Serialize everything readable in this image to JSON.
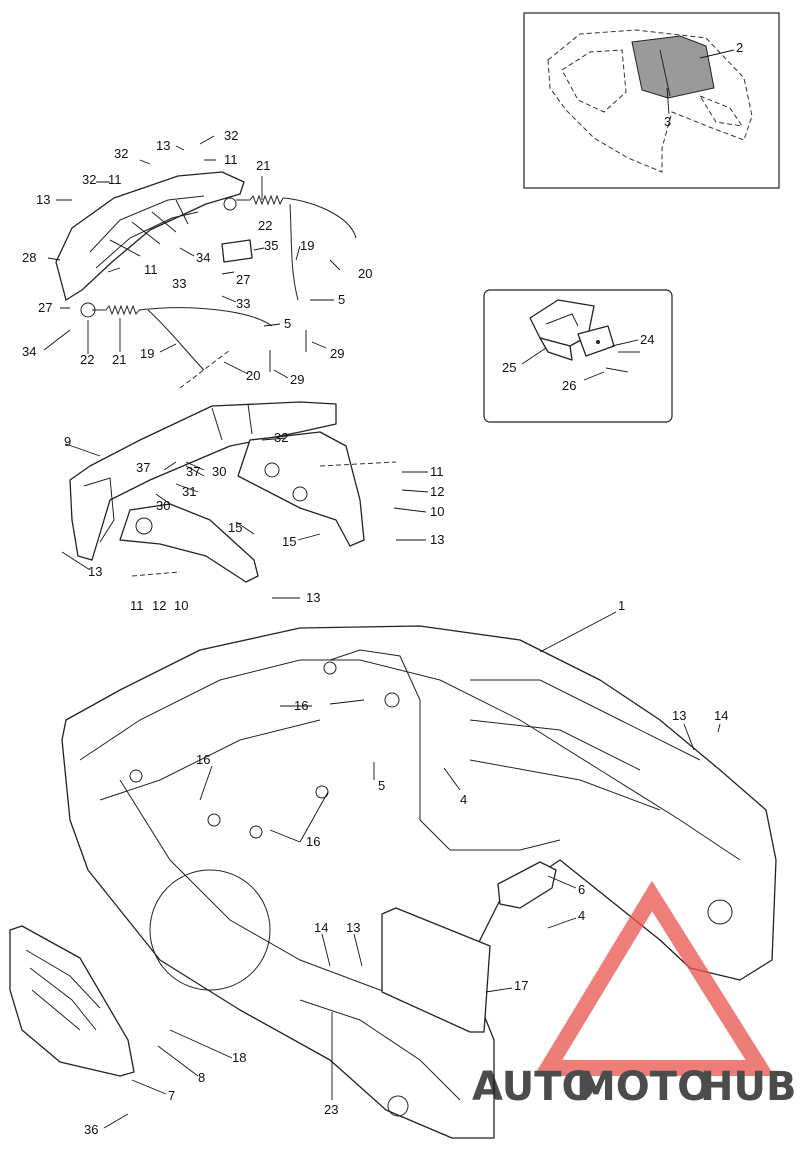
{
  "diagram": {
    "callouts": [
      {
        "id": "c2",
        "text": "2"
      },
      {
        "id": "c3",
        "text": "3"
      },
      {
        "id": "c24",
        "text": "24"
      },
      {
        "id": "c25",
        "text": "25"
      },
      {
        "id": "c26",
        "text": "26"
      },
      {
        "id": "c13a",
        "text": "13"
      },
      {
        "id": "c32a",
        "text": "32"
      },
      {
        "id": "c32b",
        "text": "32"
      },
      {
        "id": "c11a",
        "text": "11"
      },
      {
        "id": "c32c",
        "text": "32"
      },
      {
        "id": "c11b",
        "text": "11"
      },
      {
        "id": "c13b",
        "text": "13"
      },
      {
        "id": "c21a",
        "text": "21"
      },
      {
        "id": "c22a",
        "text": "22"
      },
      {
        "id": "c35",
        "text": "35"
      },
      {
        "id": "c19a",
        "text": "19"
      },
      {
        "id": "c20a",
        "text": "20"
      },
      {
        "id": "c28",
        "text": "28"
      },
      {
        "id": "c11c",
        "text": "11"
      },
      {
        "id": "c33a",
        "text": "33"
      },
      {
        "id": "c34a",
        "text": "34"
      },
      {
        "id": "c27a",
        "text": "27"
      },
      {
        "id": "c33b",
        "text": "33"
      },
      {
        "id": "c5a",
        "text": "5"
      },
      {
        "id": "c27b",
        "text": "27"
      },
      {
        "id": "c5b",
        "text": "5"
      },
      {
        "id": "c34b",
        "text": "34"
      },
      {
        "id": "c22b",
        "text": "22"
      },
      {
        "id": "c21b",
        "text": "21"
      },
      {
        "id": "c19b",
        "text": "19"
      },
      {
        "id": "c29a",
        "text": "29"
      },
      {
        "id": "c20b",
        "text": "20"
      },
      {
        "id": "c29b",
        "text": "29"
      },
      {
        "id": "c9",
        "text": "9"
      },
      {
        "id": "c32d",
        "text": "32"
      },
      {
        "id": "c37a",
        "text": "37"
      },
      {
        "id": "c37b",
        "text": "37"
      },
      {
        "id": "c30a",
        "text": "30"
      },
      {
        "id": "c31",
        "text": "31"
      },
      {
        "id": "c30b",
        "text": "30"
      },
      {
        "id": "c11d",
        "text": "11"
      },
      {
        "id": "c12a",
        "text": "12"
      },
      {
        "id": "c10a",
        "text": "10"
      },
      {
        "id": "c15a",
        "text": "15"
      },
      {
        "id": "c15b",
        "text": "15"
      },
      {
        "id": "c13c",
        "text": "13"
      },
      {
        "id": "c13d",
        "text": "13"
      },
      {
        "id": "c11e",
        "text": "11"
      },
      {
        "id": "c12b",
        "text": "12"
      },
      {
        "id": "c10b",
        "text": "10"
      },
      {
        "id": "c13e",
        "text": "13"
      },
      {
        "id": "c1",
        "text": "1"
      },
      {
        "id": "c16a",
        "text": "16"
      },
      {
        "id": "c13f",
        "text": "13"
      },
      {
        "id": "c14a",
        "text": "14"
      },
      {
        "id": "c16b",
        "text": "16"
      },
      {
        "id": "c5c",
        "text": "5"
      },
      {
        "id": "c4a",
        "text": "4"
      },
      {
        "id": "c16c",
        "text": "16"
      },
      {
        "id": "c6",
        "text": "6"
      },
      {
        "id": "c4b",
        "text": "4"
      },
      {
        "id": "c14b",
        "text": "14"
      },
      {
        "id": "c13g",
        "text": "13"
      },
      {
        "id": "c17",
        "text": "17"
      },
      {
        "id": "c18",
        "text": "18"
      },
      {
        "id": "c8",
        "text": "8"
      },
      {
        "id": "c7",
        "text": "7"
      },
      {
        "id": "c23",
        "text": "23"
      },
      {
        "id": "c36",
        "text": "36"
      }
    ]
  },
  "watermark": {
    "brand_part1": "AUTO",
    "brand_part2": "MOTO",
    "brand_part3": "HUB",
    "color_orange": "#f5a623",
    "color_red": "#e8534a",
    "color_gray": "#6f6f6f"
  }
}
